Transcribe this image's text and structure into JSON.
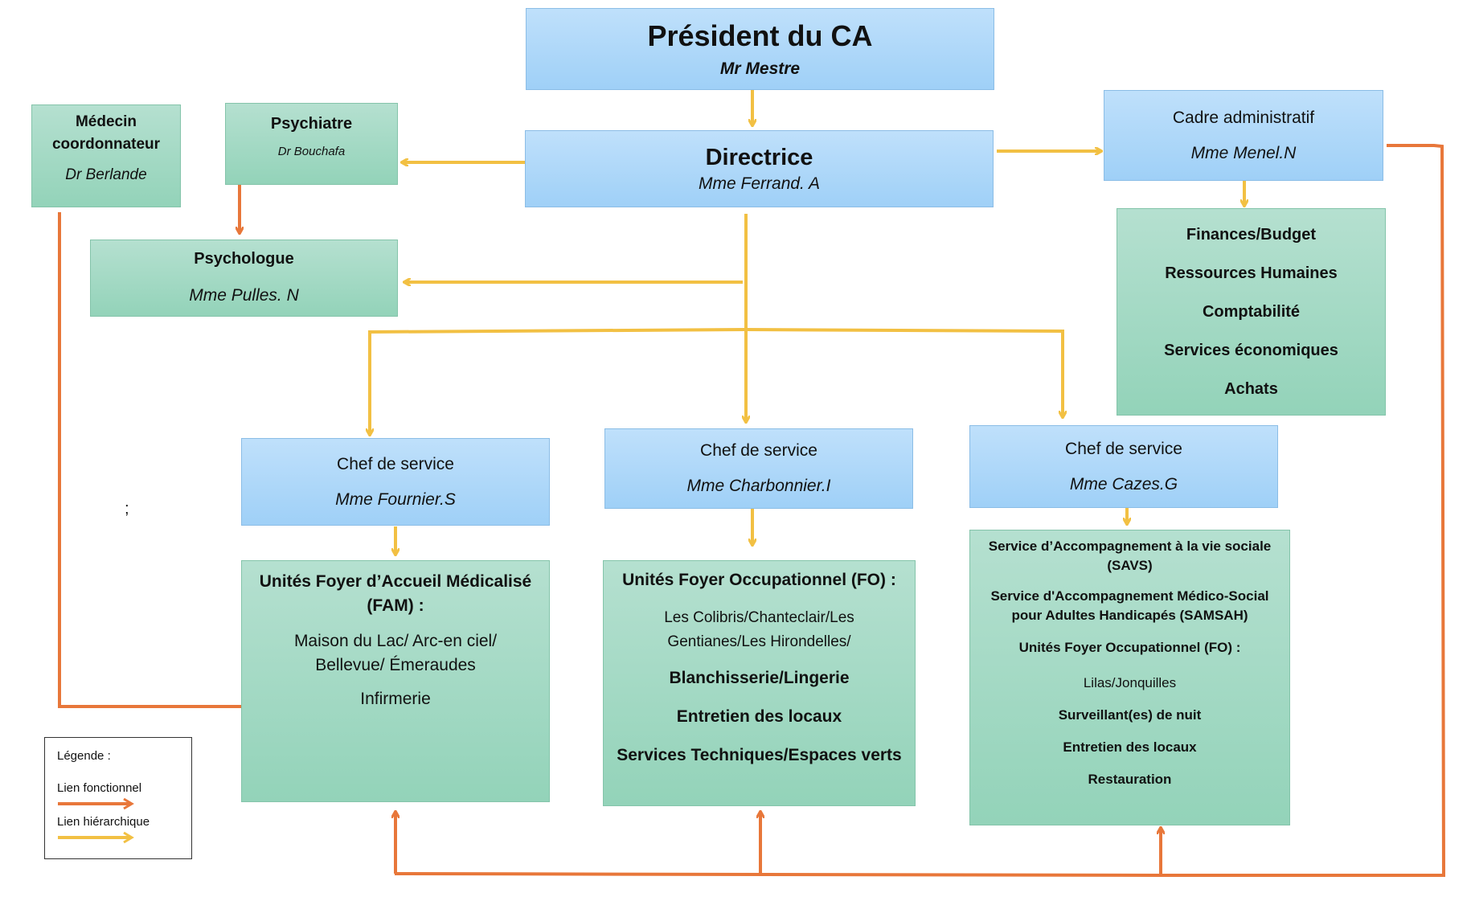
{
  "colors": {
    "functional": "#e8773a",
    "hierarchical": "#f2c043",
    "blue_box": "#aed7f8",
    "green_box": "#a3d9c3"
  },
  "president": {
    "title": "Président du CA",
    "name": "Mr Mestre"
  },
  "director": {
    "title": "Directrice",
    "name": "Mme Ferrand. A"
  },
  "admin": {
    "title": "Cadre administratif",
    "name": "Mme Menel.N"
  },
  "medecin": {
    "line1": "Médecin",
    "line2": "coordonnateur",
    "name": "Dr Berlande"
  },
  "psychiatre": {
    "title": "Psychiatre",
    "name": "Dr Bouchafa"
  },
  "psychologue": {
    "title": "Psychologue",
    "name": "Mme Pulles. N"
  },
  "admin_services": [
    "Finances/Budget",
    "Ressources Humaines",
    "Comptabilité",
    "Services économiques",
    "Achats"
  ],
  "chef1": {
    "title": "Chef de service",
    "name": "Mme Fournier.S"
  },
  "chef2": {
    "title": "Chef de service",
    "name": "Mme Charbonnier.I"
  },
  "chef3": {
    "title": "Chef de service",
    "name": "Mme Cazes.G"
  },
  "fam": {
    "title1": "Unités Foyer d’Accueil Médicalisé",
    "title2": "(FAM) :",
    "units1": "Maison du Lac/ Arc-en ciel/",
    "units2": "Bellevue/ Émeraudes",
    "infirmerie": "Infirmerie"
  },
  "fo": {
    "title": "Unités Foyer Occupationnel (FO) :",
    "units1": "Les Colibris/Chanteclair/Les",
    "units2": "Gentianes/Les Hirondelles/",
    "s1": "Blanchisserie/Lingerie",
    "s2": "Entretien des locaux",
    "s3": "Services Techniques/Espaces verts"
  },
  "savs": {
    "l1": "Service d’Accompagnement à la vie sociale",
    "l2": "(SAVS)",
    "l3": "Service d'Accompagnement Médico-Social",
    "l4": "pour Adultes Handicapés (SAMSAH)",
    "l5": "Unités Foyer Occupationnel (FO) :",
    "l6": "Lilas/Jonquilles",
    "l7": "Surveillant(es) de nuit",
    "l8": "Entretien des locaux",
    "l9": "Restauration"
  },
  "stray_mark": ";",
  "legend": {
    "title": "Légende :",
    "functional": "Lien fonctionnel",
    "hierarchical": "Lien hiérarchique"
  }
}
